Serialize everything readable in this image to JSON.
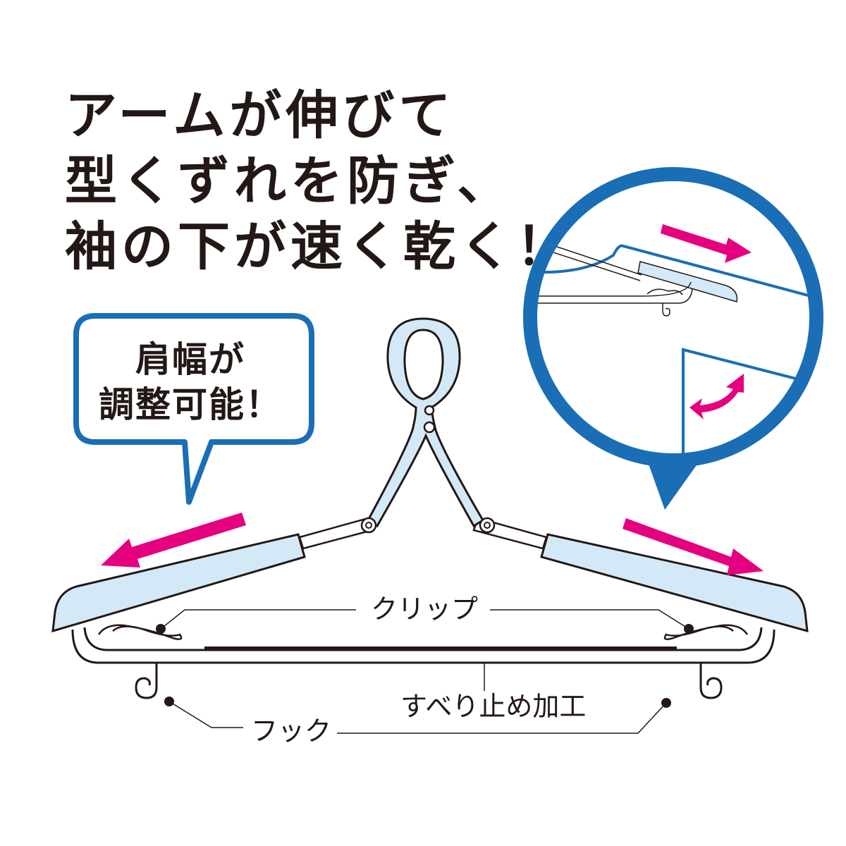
{
  "headline": {
    "lines": [
      "アームが伸びて",
      "型くずれを防ぎ、",
      "袖の下が速く乾く！"
    ]
  },
  "speech_bubble": {
    "lines": [
      "肩幅が",
      "調整可能！"
    ]
  },
  "callouts": {
    "clip": "クリップ",
    "non_slip": "すべり止め加工",
    "hook": "フック"
  },
  "icons": {
    "left-arrow": "pink arrow pointing down-left",
    "right-arrow": "pink arrow pointing down-right",
    "zoom-extend-arrow": "pink arrow pointing right",
    "zoom-curved-arrow": "pink double-headed curved arrow"
  },
  "colors": {
    "accent_blue": "#1a6eb5",
    "arrow_magenta": "#e4007f",
    "hanger_fill": "#d4e9f7",
    "text": "#231815",
    "background": "#ffffff"
  }
}
